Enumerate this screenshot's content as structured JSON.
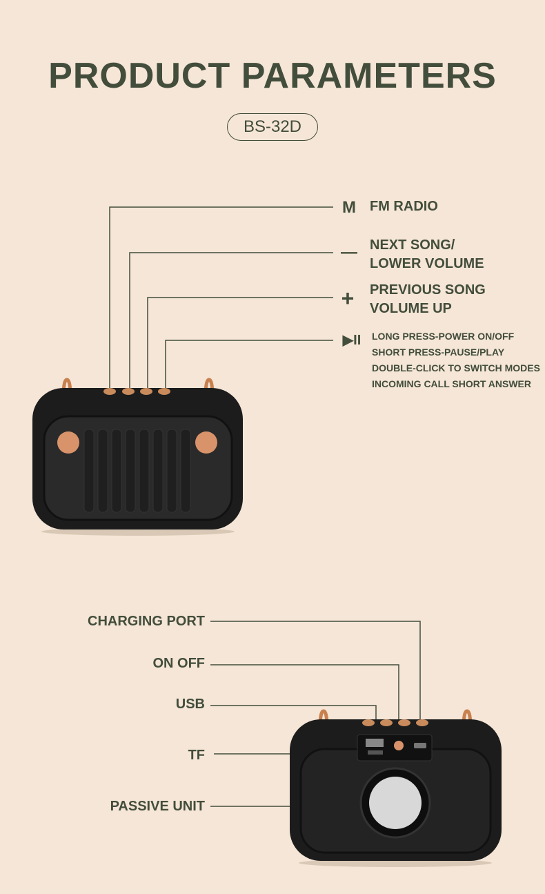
{
  "title": "PRODUCT PARAMETERS",
  "model": "BS-32D",
  "front_buttons": [
    {
      "icon": "M",
      "lines": [
        "FM RADIO"
      ]
    },
    {
      "icon": "—",
      "lines": [
        "NEXT SONG/",
        "LOWER VOLUME"
      ]
    },
    {
      "icon": "+",
      "lines": [
        "PREVIOUS SONG",
        "VOLUME UP"
      ]
    },
    {
      "icon": "▶II",
      "lines": [
        "LONG PRESS-POWER ON/OFF",
        "SHORT PRESS-PAUSE/PLAY",
        "DOUBLE-CLICK TO SWITCH MODES",
        "INCOMING CALL SHORT ANSWER"
      ]
    }
  ],
  "back_labels": [
    "CHARGING PORT",
    "ON OFF",
    "USB",
    "TF",
    "PASSIVE UNIT"
  ],
  "colors": {
    "background": "#f5e6d7",
    "text": "#434d3b",
    "speaker": "#1a1a1a",
    "accent": "#d98a5a"
  }
}
